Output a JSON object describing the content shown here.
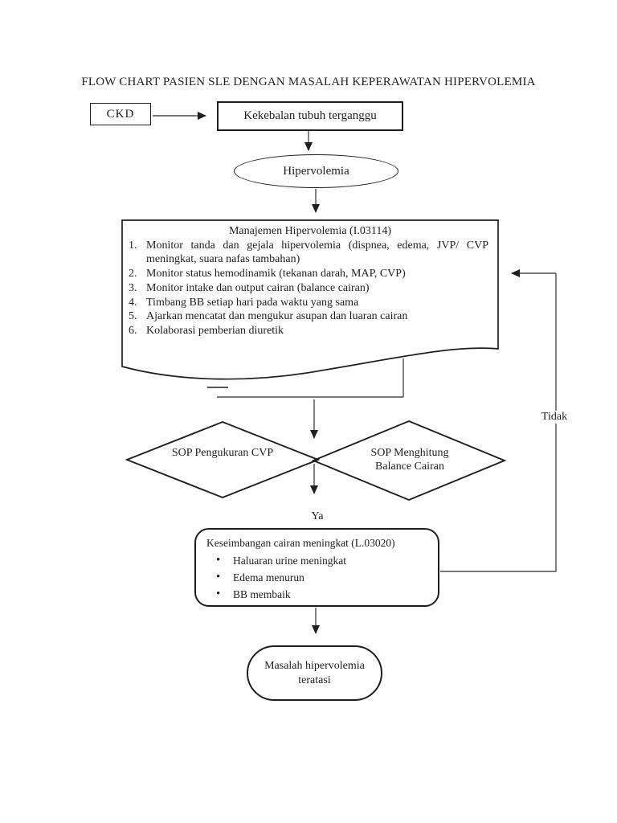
{
  "page": {
    "title": "FLOW CHART PASIEN SLE DENGAN MASALAH KEPERAWATAN HIPERVOLEMIA"
  },
  "nodes": {
    "ckd": {
      "label": "CKD"
    },
    "kekebalan": {
      "label": "Kekebalan tubuh terganggu"
    },
    "hipervolemia": {
      "label": "Hipervolemia"
    },
    "manajemen": {
      "title": "Manajemen Hipervolemia (I.03114)",
      "items": [
        "Monitor tanda dan gejala hipervolemia (dispnea, edema, JVP/ CVP meningkat, suara nafas tambahan)",
        "Monitor status hemodinamik (tekanan darah, MAP, CVP)",
        "Monitor intake dan output cairan (balance cairan)",
        "Timbang BB setiap hari pada waktu yang sama",
        "Ajarkan mencatat dan mengukur asupan dan luaran cairan",
        "Kolaborasi pemberian diuretik"
      ]
    },
    "sop_pengukuran_cvp": {
      "label": "SOP Pengukuran CVP"
    },
    "sop_menghitung_balance": {
      "label": "SOP Menghitung Balance Cairan"
    },
    "keseimbangan": {
      "title": "Keseimbangan cairan meningkat (L.03020)",
      "bullets": [
        "Haluaran urine meningkat",
        "Edema menurun",
        "BB membaik"
      ]
    },
    "teratasi": {
      "label": "Masalah hipervolemia teratasi"
    }
  },
  "labels": {
    "ya": "Ya",
    "tidak": "Tidak"
  },
  "colors": {
    "ink": "#1f1f1f",
    "line": "#4d4d4d",
    "page_background": "#ffffff"
  }
}
